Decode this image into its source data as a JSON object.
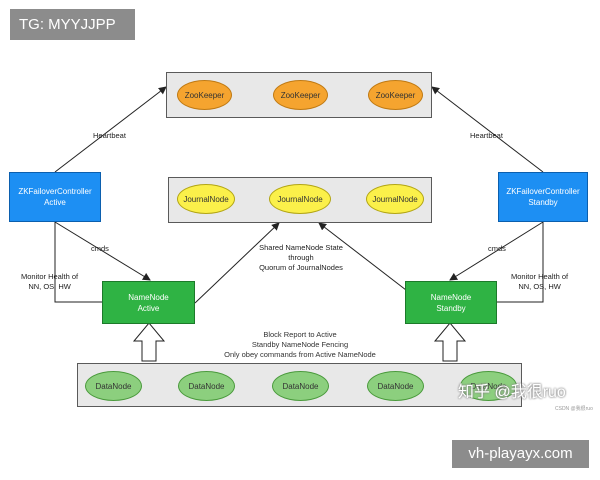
{
  "watermarks": {
    "top": "TG: MYYJJPP",
    "bottom": "vh-playayx.com"
  },
  "zookeeper": {
    "nodes": [
      "ZooKeeper",
      "ZooKeeper",
      "ZooKeeper"
    ],
    "fill": "#f5a42f"
  },
  "journalnode": {
    "nodes": [
      "JournalNode",
      "JournalNode",
      "JournalNode"
    ],
    "fill": "#fbf04a"
  },
  "datanode": {
    "nodes": [
      "DataNode",
      "DataNode",
      "DataNode",
      "DataNode",
      "DataNode"
    ],
    "fill": "#8ccf7e"
  },
  "zkfc_active": {
    "line1": "ZKFailoverController",
    "line2": "Active"
  },
  "zkfc_standby": {
    "line1": "ZKFailoverController",
    "line2": "Standby"
  },
  "namenode_active": {
    "line1": "NameNode",
    "line2": "Active"
  },
  "namenode_standby": {
    "line1": "NameNode",
    "line2": "Standby"
  },
  "labels": {
    "heartbeat_left": "Heartbeat",
    "heartbeat_right": "Heartbeat",
    "cmds_left": "cmds",
    "cmds_right": "cmds",
    "monitor_left_1": "Monitor Health of",
    "monitor_left_2": "NN, OS, HW",
    "monitor_right_1": "Monitor Health of",
    "monitor_right_2": "NN, OS, HW",
    "shared_1": "Shared NameNode State",
    "shared_2": "through",
    "shared_3": "Quorum of JournalNodes",
    "block_1": "Block Report to Active",
    "block_2": "Standby NameNode Fencing",
    "block_3": "Only obey commands from Active NameNode"
  },
  "overlay": {
    "zhihu": "知乎 @我很ruo",
    "csdn": "CSDN @我很ruo"
  },
  "colors": {
    "zkfc": "#1d8ff3",
    "namenode": "#2fb344",
    "group_bg": "#e8e8e8"
  }
}
